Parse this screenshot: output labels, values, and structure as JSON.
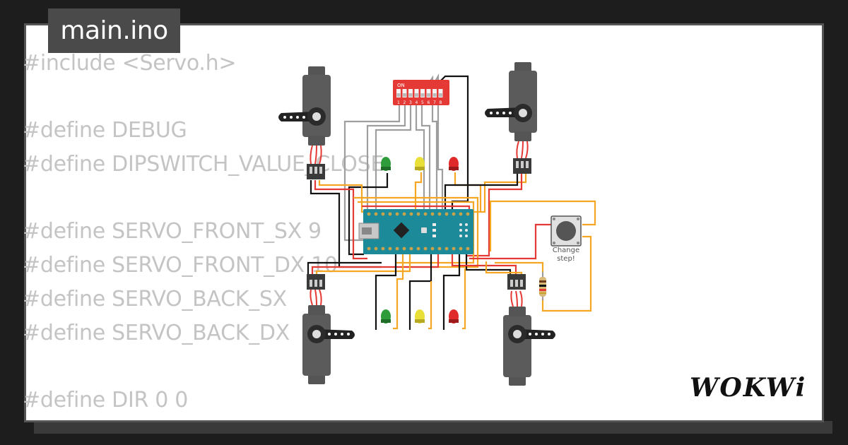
{
  "tab": {
    "filename": "main.ino"
  },
  "code_lines": [
    "#include <Servo.h>",
    "",
    "#define DEBUG",
    "#define DIPSWITCH_VALUE_CLOSE",
    "",
    "#define SERVO_FRONT_SX 9",
    "#define SERVO_FRONT_DX 10",
    "#define SERVO_BACK_SX",
    "#define SERVO_BACK_DX",
    "",
    "#define DIR 0 0"
  ],
  "dip_switch": {
    "on_label": "ON",
    "numbers": [
      "1",
      "2",
      "3",
      "4",
      "5",
      "6",
      "7",
      "8"
    ]
  },
  "button": {
    "label_line1": "Change",
    "label_line2": "step!"
  },
  "logo": {
    "text": "WOKWi"
  },
  "colors": {
    "wire_orange": "#f5a623",
    "wire_red": "#e53935",
    "wire_black": "#111111",
    "wire_gray": "#9e9e9e",
    "board": "#1d8a9a"
  }
}
